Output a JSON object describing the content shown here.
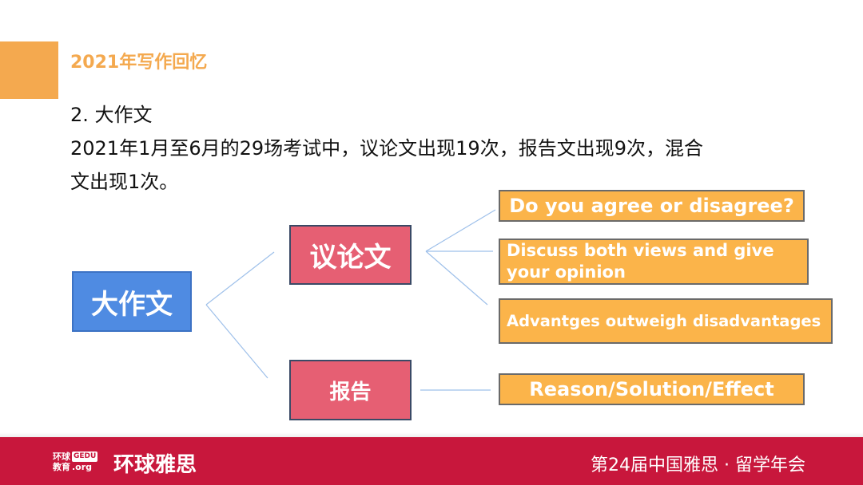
{
  "slide": {
    "title": "2021年写作回忆",
    "heading": "2. 大作文",
    "description_line1": "2021年1月至6月的29场考试中，议论文出现19次，报告文出现9次，混合",
    "description_line2": "文出现1次。"
  },
  "diagram": {
    "root": "大作文",
    "categories": [
      {
        "label": "议论文",
        "items": [
          "Do you agree or disagree?",
          "Discuss both views and give your opinion",
          "Advantges outweigh disadvantages"
        ]
      },
      {
        "label": "报告",
        "items": [
          "Reason/Solution/Effect"
        ]
      }
    ]
  },
  "footer": {
    "logo_small_line1": "环球",
    "logo_small_tag": "GEDU",
    "logo_small_line2": "教育",
    "logo_small_org": ".org",
    "logo_main": "环球雅思",
    "event": "第24届中国雅思 · 留学年会"
  },
  "colors": {
    "accent": "#f4a94f",
    "root_box": "#4f8be2",
    "category_box": "#e65f73",
    "item_box": "#fbb44a",
    "footer_bar": "#c8173c",
    "connector": "#9ec0ea"
  }
}
